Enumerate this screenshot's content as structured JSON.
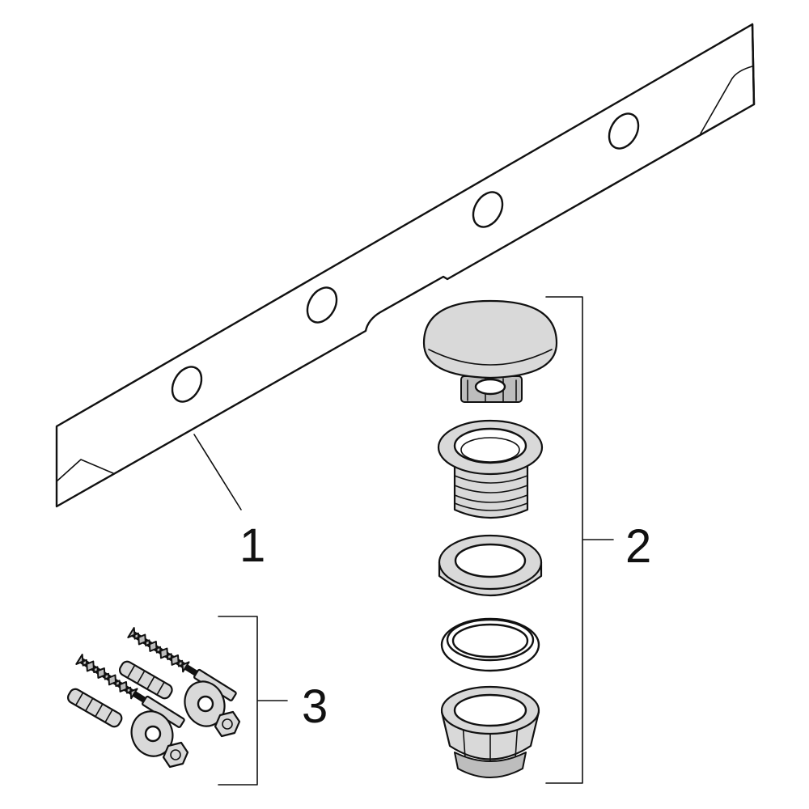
{
  "labels": {
    "part1": "1",
    "part2": "2",
    "part3": "3"
  }
}
